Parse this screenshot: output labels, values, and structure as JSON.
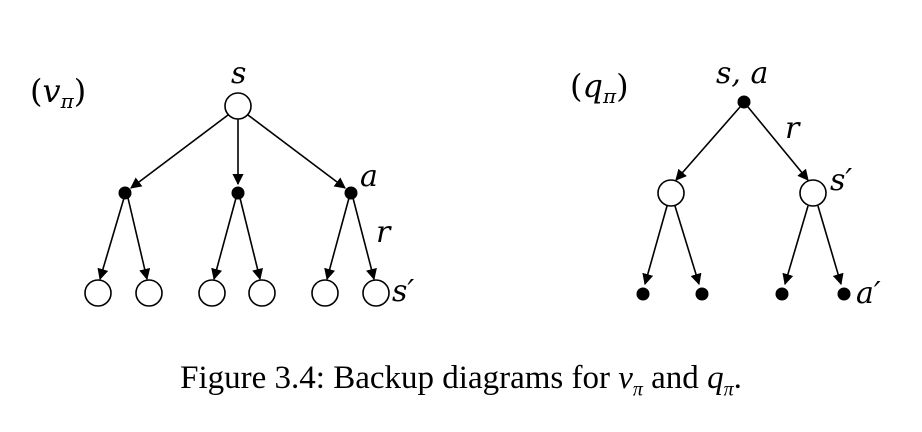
{
  "left_diagram": {
    "tag": "(vπ)",
    "root_label": "s",
    "action_label": "a",
    "reward_label": "r",
    "next_state_label": "s′"
  },
  "right_diagram": {
    "tag": "(qπ)",
    "root_label": "s, a",
    "reward_label": "r",
    "next_state_label": "s′",
    "next_action_label": "a′"
  },
  "caption": {
    "prefix": "Figure 3.4:",
    "text": "Backup diagrams for",
    "v": "v",
    "v_sub": "π",
    "and": "and",
    "q": "q",
    "q_sub": "π",
    "end": "."
  }
}
